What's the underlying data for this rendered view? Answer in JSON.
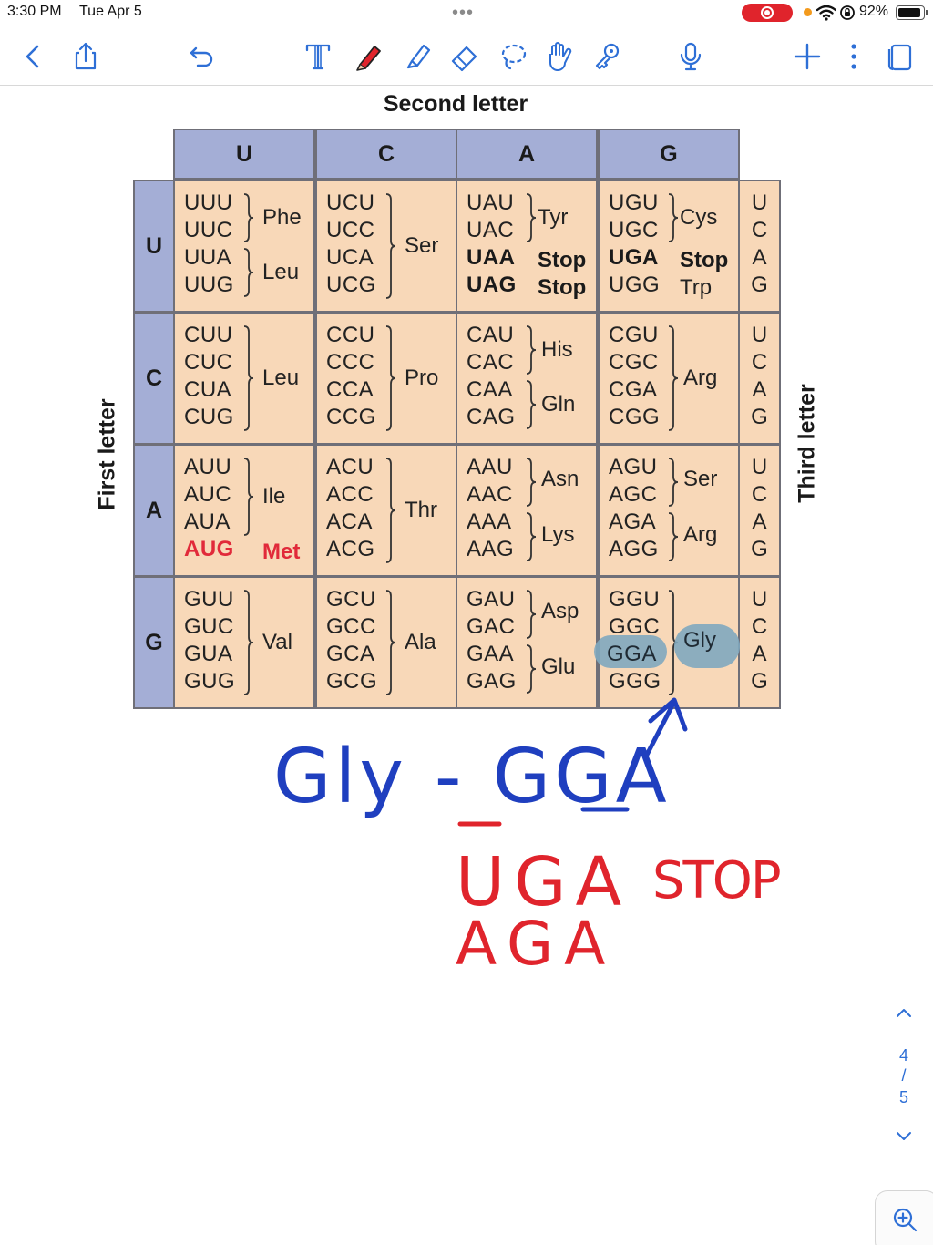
{
  "status": {
    "time": "3:30 PM",
    "date": "Tue Apr 5",
    "battery": "92%",
    "battery_level": 0.92
  },
  "toolbar": {
    "buttons": [
      "back-icon",
      "share-icon",
      "undo-icon",
      "text-tool-icon",
      "pen-tool-icon",
      "highlighter-icon",
      "eraser-icon",
      "lasso-icon",
      "hand-icon",
      "image-sticker-icon",
      "microphone-icon",
      "add-icon",
      "more-icon",
      "pages-icon"
    ],
    "colors": {
      "icon": "#2e6fd6",
      "pen_active": "#e0242c"
    }
  },
  "chart": {
    "second_letter_label": "Second letter",
    "first_letter_label": "First letter",
    "third_letter_label": "Third letter",
    "columns": [
      "U",
      "C",
      "A",
      "G"
    ],
    "rows": [
      "U",
      "C",
      "A",
      "G"
    ],
    "third_letters": [
      "U",
      "C",
      "A",
      "G"
    ],
    "cells": {
      "UU": {
        "codons": [
          "UUU",
          "UUC",
          "UUA",
          "UUG"
        ],
        "aa": [
          "Phe",
          "Leu"
        ]
      },
      "UC": {
        "codons": [
          "UCU",
          "UCC",
          "UCA",
          "UCG"
        ],
        "aa": [
          "Ser"
        ]
      },
      "UA": {
        "codons": [
          "UAU",
          "UAC",
          "UAA",
          "UAG"
        ],
        "aa": [
          "Tyr",
          "Stop",
          "Stop"
        ]
      },
      "UG": {
        "codons": [
          "UGU",
          "UGC",
          "UGA",
          "UGG"
        ],
        "aa": [
          "Cys",
          "Stop",
          "Trp"
        ]
      },
      "CU": {
        "codons": [
          "CUU",
          "CUC",
          "CUA",
          "CUG"
        ],
        "aa": [
          "Leu"
        ]
      },
      "CC": {
        "codons": [
          "CCU",
          "CCC",
          "CCA",
          "CCG"
        ],
        "aa": [
          "Pro"
        ]
      },
      "CA": {
        "codons": [
          "CAU",
          "CAC",
          "CAA",
          "CAG"
        ],
        "aa": [
          "His",
          "Gln"
        ]
      },
      "CG": {
        "codons": [
          "CGU",
          "CGC",
          "CGA",
          "CGG"
        ],
        "aa": [
          "Arg"
        ]
      },
      "AU": {
        "codons": [
          "AUU",
          "AUC",
          "AUA",
          "AUG"
        ],
        "aa": [
          "Ile",
          "Met"
        ]
      },
      "AC": {
        "codons": [
          "ACU",
          "ACC",
          "ACA",
          "ACG"
        ],
        "aa": [
          "Thr"
        ]
      },
      "AA": {
        "codons": [
          "AAU",
          "AAC",
          "AAA",
          "AAG"
        ],
        "aa": [
          "Asn",
          "Lys"
        ]
      },
      "AG": {
        "codons": [
          "AGU",
          "AGC",
          "AGA",
          "AGG"
        ],
        "aa": [
          "Ser",
          "Arg"
        ]
      },
      "GU": {
        "codons": [
          "GUU",
          "GUC",
          "GUA",
          "GUG"
        ],
        "aa": [
          "Val"
        ]
      },
      "GC": {
        "codons": [
          "GCU",
          "GCC",
          "GCA",
          "GCG"
        ],
        "aa": [
          "Ala"
        ]
      },
      "GA": {
        "codons": [
          "GAU",
          "GAC",
          "GAA",
          "GAG"
        ],
        "aa": [
          "Asp",
          "Glu"
        ]
      },
      "GG": {
        "codons": [
          "GGU",
          "GGC",
          "GGA",
          "GGG"
        ],
        "aa": [
          "Gly"
        ]
      }
    },
    "colors": {
      "header": "#a4aed6",
      "cell": "#f8d8b8",
      "start": "#e12a3a",
      "highlight": "#7fa9bf"
    }
  },
  "handwriting": {
    "line1": "Gly - GGA",
    "line2_codon": "UGA",
    "line2_note": "STOP",
    "line3": "AGA",
    "colors": {
      "blue": "#1f3fbf",
      "red": "#e0242c"
    }
  },
  "pagination": {
    "current": "4",
    "separator": "/",
    "total": "5"
  }
}
